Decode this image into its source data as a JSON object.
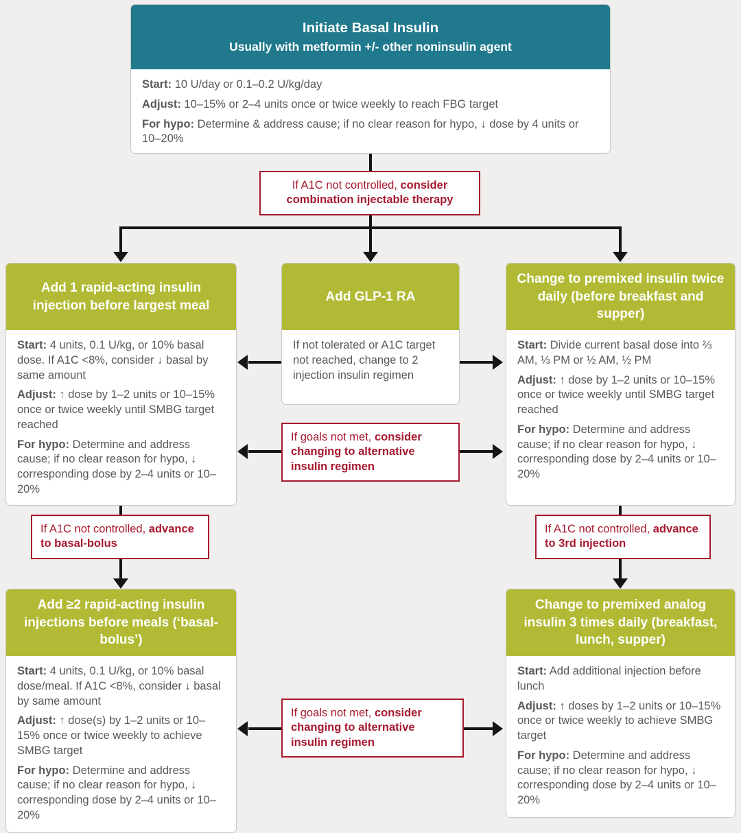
{
  "colors": {
    "teal_header": "#20798d",
    "olive_header": "#b2ba35",
    "red_accent": "#a6192e",
    "body_text": "#58595b",
    "arrow": "#151515",
    "page_background": "#f0efed"
  },
  "nodes": {
    "basal": {
      "title": "Initiate Basal Insulin",
      "subtitle": "Usually with metformin +/- other noninsulin agent",
      "lines": [
        {
          "label": "Start:",
          "text": "10 U/day or 0.1–0.2 U/kg/day"
        },
        {
          "label": "Adjust:",
          "text": "10–15% or 2–4 units once or twice weekly to reach FBG target"
        },
        {
          "label": "For hypo:",
          "text": "Determine & address cause; if no clear reason for hypo, ↓ dose by 4 units or 10–20%"
        }
      ]
    },
    "rapid1": {
      "title": "Add 1 rapid-acting insulin injection before largest meal",
      "lines": [
        {
          "label": "Start:",
          "text": "4 units, 0.1 U/kg, or 10% basal dose. If A1C <8%, consider ↓ basal by same amount"
        },
        {
          "label": "Adjust:",
          "text": "↑ dose by 1–2 units or 10–15% once or twice weekly until SMBG target reached"
        },
        {
          "label": "For hypo:",
          "text": "Determine and address cause; if no clear reason for hypo, ↓ corresponding dose by 2–4 units or 10–20%"
        }
      ]
    },
    "glp1": {
      "title": "Add GLP-1 RA",
      "body": "If not tolerated or A1C target not reached, change to 2 injection insulin regimen"
    },
    "premix2": {
      "title": "Change to premixed insulin twice daily (before breakfast and supper)",
      "lines": [
        {
          "label": "Start:",
          "text": "Divide current basal dose into ⅔ AM, ⅓ PM or ½ AM, ½ PM"
        },
        {
          "label": "Adjust:",
          "text": "↑ dose by 1–2 units or 10–15% once or twice weekly until SMBG target reached"
        },
        {
          "label": "For hypo:",
          "text": "Determine and address cause; if no clear reason for hypo, ↓ corresponding dose by 2–4 units or 10–20%"
        }
      ]
    },
    "basalbolus": {
      "title": "Add ≥2 rapid-acting insulin injections before meals (‘basal-bolus’)",
      "lines": [
        {
          "label": "Start:",
          "text": "4 units, 0.1 U/kg, or 10% basal dose/meal. If A1C <8%, consider ↓ basal by same amount"
        },
        {
          "label": "Adjust:",
          "text": "↑ dose(s) by 1–2 units or 10–15% once or twice weekly to achieve SMBG target"
        },
        {
          "label": "For hypo:",
          "text": "Determine and address cause; if no clear reason for hypo, ↓ corresponding dose by 2–4 units or 10–20%"
        }
      ]
    },
    "premix3": {
      "title": "Change to premixed analog insulin 3 times daily (breakfast, lunch, supper)",
      "lines": [
        {
          "label": "Start:",
          "text": "Add additional injection before lunch"
        },
        {
          "label": "Adjust:",
          "text": "↑ doses by 1–2 units or 10–15% once or twice weekly to achieve SMBG target"
        },
        {
          "label": "For hypo:",
          "text": "Determine and address cause; if no clear reason for hypo, ↓ corresponding dose by 2–4 units or 10–20%"
        }
      ]
    }
  },
  "connectors": {
    "combination": {
      "plain": "If A1C not controlled, ",
      "bold": "consider combination injectable therapy"
    },
    "alt_regimen_mid": {
      "plain": "If goals not met, ",
      "bold": "consider changing to alternative insulin regimen"
    },
    "basal_bolus": {
      "plain": "If A1C not controlled, ",
      "bold": "advance to basal-bolus"
    },
    "third_injection": {
      "plain": "If A1C not controlled, ",
      "bold": "advance to 3rd injection"
    },
    "alt_regimen_bottom": {
      "plain": "If goals not met, ",
      "bold": "consider changing to alternative insulin regimen"
    }
  }
}
